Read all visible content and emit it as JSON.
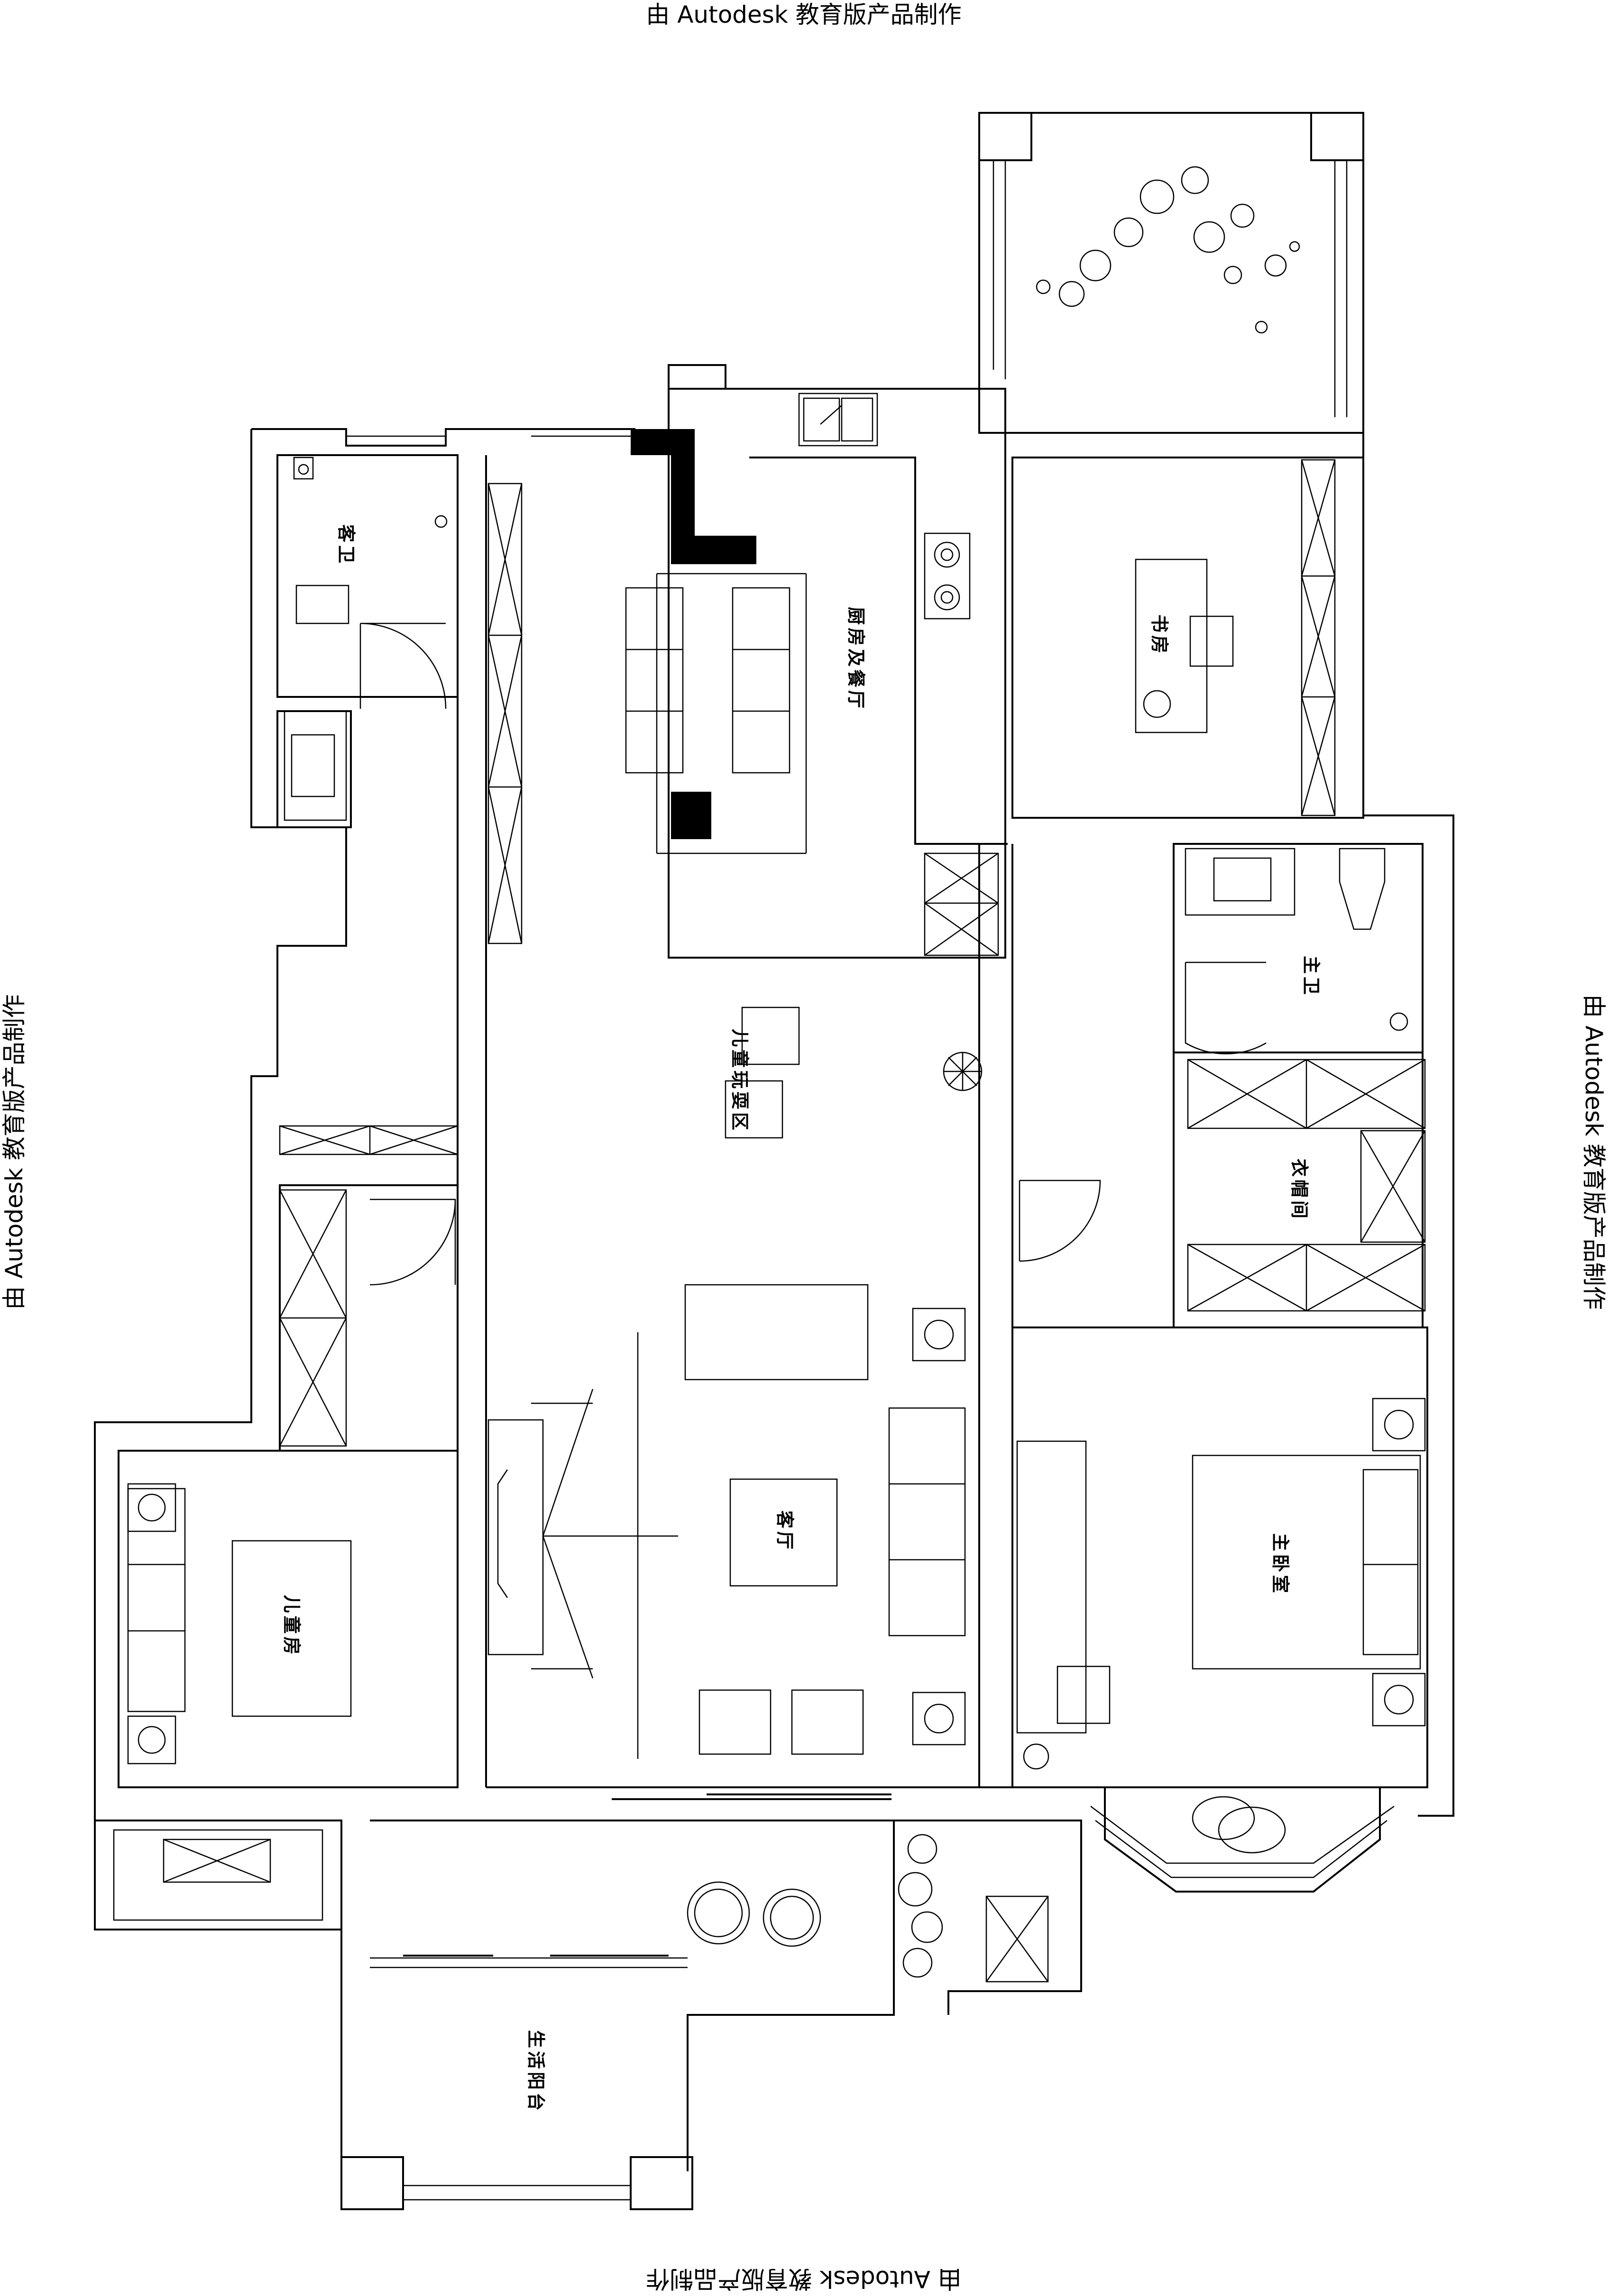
{
  "watermarks": {
    "top": "由 Autodesk 教育版产品制作",
    "bottom": "由 Autodesk 教育版产品制作",
    "left": "由 Autodesk 教育版产品制作",
    "right": "由 Autodesk 教育版产品制作"
  },
  "rooms": {
    "guest_bath": "客卫",
    "kitchen_dining": "厨房及餐厅",
    "study": "书房",
    "master_bath": "主卫",
    "foyer": "儿童玩耍区",
    "wardrobe": "衣帽间",
    "living_room": "客厅",
    "kids_room": "儿童房",
    "master_bedroom": "主卧室",
    "balcony": "生活阳台"
  },
  "colors": {
    "lines": "#000000",
    "background": "#ffffff"
  }
}
